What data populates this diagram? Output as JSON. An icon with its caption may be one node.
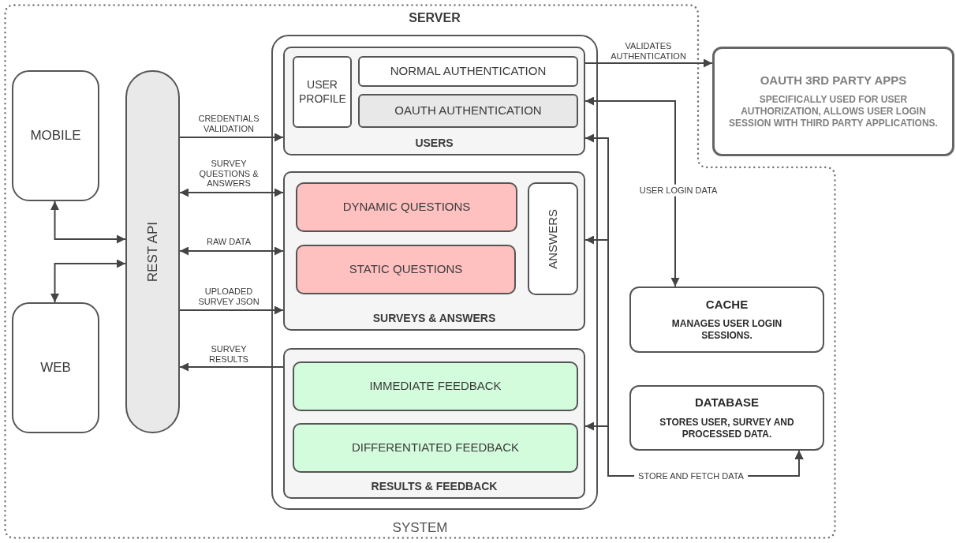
{
  "diagram": {
    "nodes": [
      {
        "text": [
          "SYSTEM"
        ]
      },
      {
        "text": [
          "MOBILE"
        ],
        "in": 0
      },
      {
        "text": [
          "WEB"
        ],
        "in": 0
      },
      {
        "text": [
          "REST API"
        ],
        "in": 0
      },
      {
        "text": [
          "SERVER"
        ],
        "in": 0
      },
      {
        "text": [
          "USERS"
        ],
        "in": 4
      },
      {
        "text": [
          "USER PROFILE"
        ],
        "in": 5
      },
      {
        "text": [
          "NORMAL AUTHENTICATION"
        ],
        "in": 5
      },
      {
        "text": [
          "OAUTH AUTHENTICATION"
        ],
        "in": 5
      },
      {
        "text": [
          "SURVEYS & ANSWERS"
        ],
        "in": 4
      },
      {
        "text": [
          "DYNAMIC QUESTIONS"
        ],
        "in": 9
      },
      {
        "text": [
          "STATIC QUESTIONS"
        ],
        "in": 9
      },
      {
        "text": [
          "ANSWERS"
        ],
        "in": 9
      },
      {
        "text": [
          "RESULTS & FEEDBACK"
        ],
        "in": 4
      },
      {
        "text": [
          "IMMEDIATE FEEDBACK"
        ],
        "in": 13
      },
      {
        "text": [
          "DIFFERENTIATED FEEDBACK"
        ],
        "in": 13
      },
      {
        "text": [
          "CACHE",
          "MANAGES USER LOGIN SESSIONS."
        ],
        "in": 0
      },
      {
        "text": [
          "DATABASE",
          "STORES USER, SURVEY AND PROCESSED DATA."
        ],
        "in": 0
      },
      {
        "text": [
          "OAUTH 3RD PARTY APPS",
          "SPECIFICALLY USED FOR USER AUTHORIZATION, ALLOWS USER LOGIN SESSION WITH THIRD PARTY APPLICATIONS."
        ]
      }
    ],
    "edges": [
      {
        "from": 1,
        "to": 3,
        "arrow": "both"
      },
      {
        "from": 3,
        "to": 2,
        "arrow": "both"
      },
      {
        "from": 3,
        "to": 5,
        "arrow": "to",
        "label": "CREDENTIALS VALIDATION"
      },
      {
        "from": 3,
        "to": 9,
        "arrow": "both",
        "label": "SURVEY QUESTIONS & ANSWERS"
      },
      {
        "from": 3,
        "to": 9,
        "arrow": "both",
        "label": "RAW DATA"
      },
      {
        "from": 3,
        "to": 9,
        "arrow": "to",
        "label": "UPLOADED SURVEY JSON"
      },
      {
        "from": 13,
        "to": 3,
        "arrow": "to",
        "label": "SURVEY RESULTS"
      },
      {
        "from": 5,
        "to": 18,
        "arrow": "to",
        "label": "VALIDATES AUTHENTICATION"
      },
      {
        "from": 16,
        "to": 5,
        "arrow": "both",
        "label": "USER LOGIN DATA"
      },
      {
        "from": 17,
        "to": 5,
        "arrow": "both",
        "label": "STORE AND FETCH DATA"
      },
      {
        "from": 17,
        "to": 9,
        "arrow": "both"
      },
      {
        "from": 17,
        "to": 13,
        "arrow": "both"
      }
    ]
  }
}
